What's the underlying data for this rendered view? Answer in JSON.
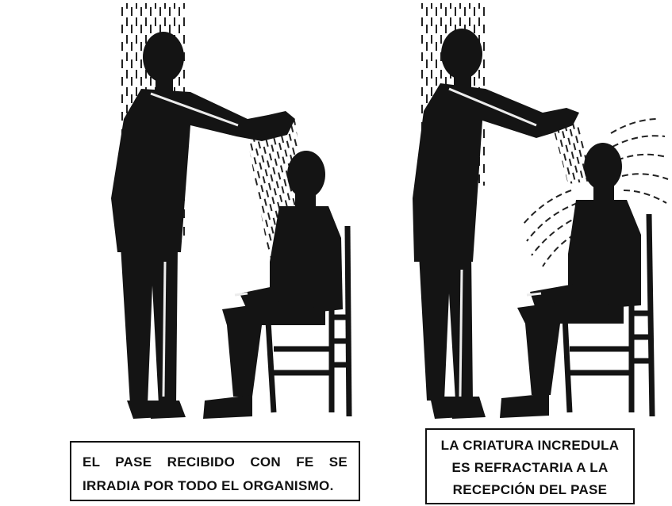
{
  "captions": {
    "left": {
      "line1": "EL PASE RECIBIDO CON FE SE",
      "line2": "IRRADIA POR TODO EL ORGANISMO."
    },
    "right": {
      "line1": "LA CRIATURA INCREDULA",
      "line2": "ES REFRACTARIA A LA",
      "line3": "RECEPCIÓN DEL PASE"
    }
  },
  "colors": {
    "ink": "#141414",
    "paper": "#ffffff",
    "highlight": "#ececec"
  },
  "icons": {
    "left_panel": [
      "standing-man-silhouette",
      "seated-man-silhouette",
      "wooden-chair-icon"
    ],
    "right_panel": [
      "standing-man-silhouette",
      "seated-man-silhouette",
      "wooden-chair-icon"
    ]
  }
}
